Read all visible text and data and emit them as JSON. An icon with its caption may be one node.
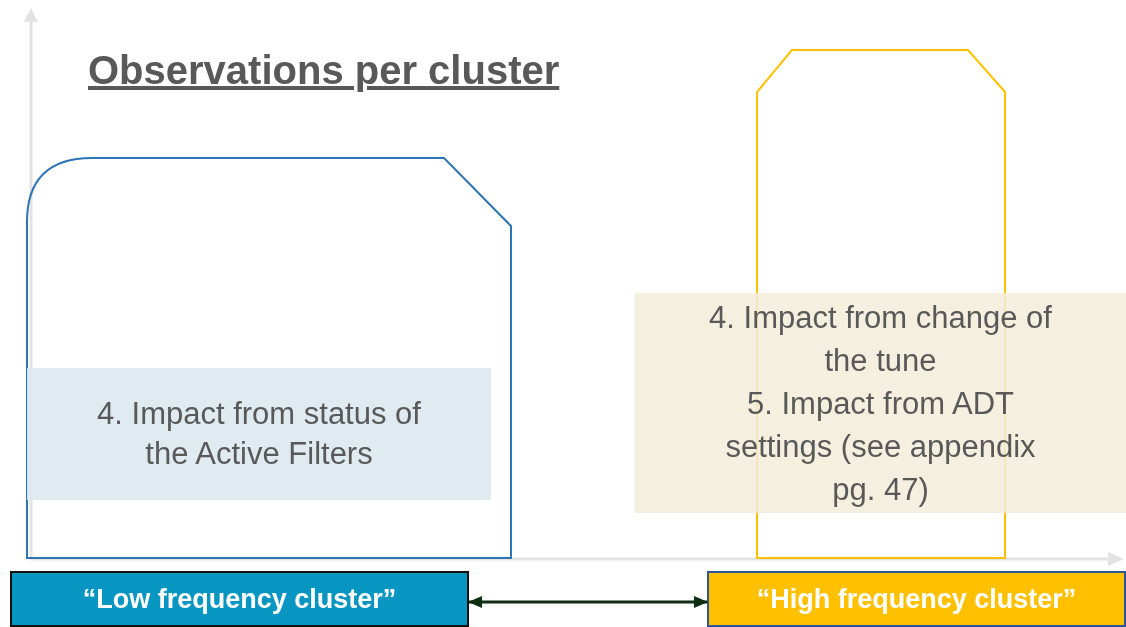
{
  "diagram": {
    "title": "Observations per cluster",
    "nodes": [
      {
        "text": [],
        "shape": "box"
      },
      {
        "text": [],
        "shape": "box"
      },
      {
        "text": [
          "4. Impact from status of the Active Filters"
        ],
        "in": 0
      },
      {
        "text": [
          "4. Impact from change of the tune",
          "5. Impact from ADT settings (see appendix pg. 47)"
        ]
      },
      {
        "text": [
          "“Low frequency cluster”"
        ]
      },
      {
        "text": [
          "“High frequency cluster”"
        ]
      }
    ],
    "edges": [
      {
        "from": 4,
        "to": 5,
        "arrow": "both",
        "color": "#0f2d13"
      }
    ]
  }
}
